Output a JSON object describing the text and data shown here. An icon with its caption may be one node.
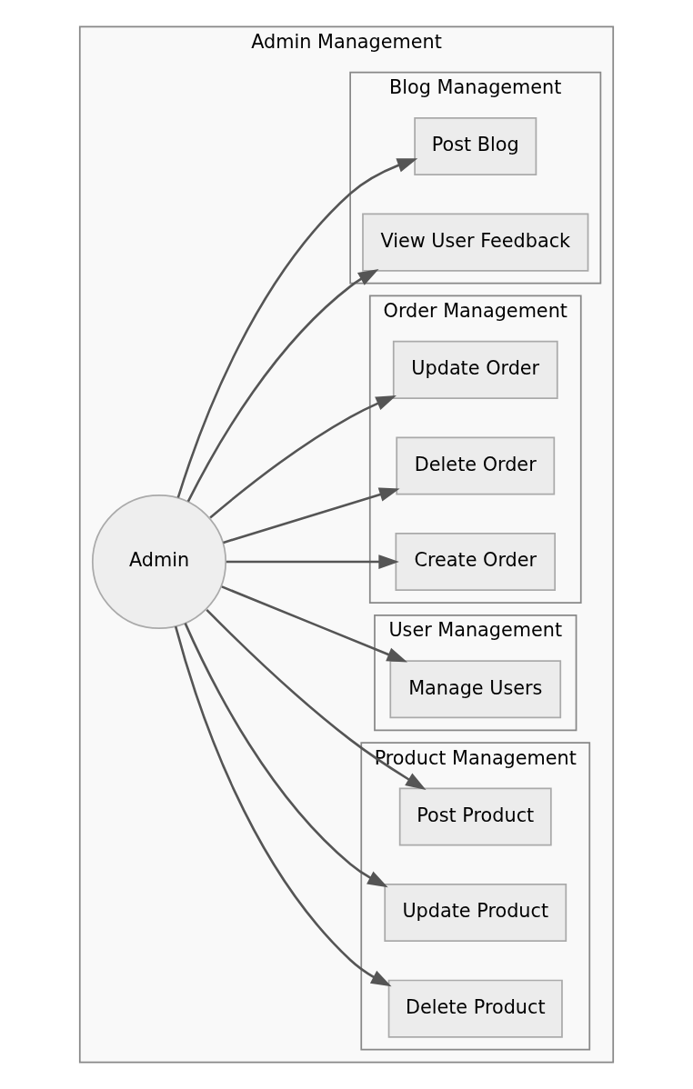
{
  "diagram": {
    "nodes": [
      {
        "text": [
          "Admin Management"
        ]
      },
      {
        "text": [
          "Admin"
        ],
        "in": 0
      },
      {
        "text": [
          "Product Management"
        ],
        "in": 0
      },
      {
        "text": [
          "Post Product"
        ],
        "in": 2
      },
      {
        "text": [
          "Update Product"
        ],
        "in": 2
      },
      {
        "text": [
          "Delete Product"
        ],
        "in": 2
      },
      {
        "text": [
          "User Management"
        ],
        "in": 0
      },
      {
        "text": [
          "Manage Users"
        ],
        "in": 6
      },
      {
        "text": [
          "Order Management"
        ],
        "in": 0
      },
      {
        "text": [
          "Update Order"
        ],
        "in": 8
      },
      {
        "text": [
          "Delete Order"
        ],
        "in": 8
      },
      {
        "text": [
          "Create Order"
        ],
        "in": 8
      },
      {
        "text": [
          "Blog Management"
        ],
        "in": 0
      },
      {
        "text": [
          "Post Blog"
        ],
        "in": 12
      },
      {
        "text": [
          "View User Feedback"
        ],
        "in": 12
      }
    ],
    "edges": [
      {
        "from": 1,
        "to": 3,
        "arrow": "to"
      },
      {
        "from": 1,
        "to": 4,
        "arrow": "to"
      },
      {
        "from": 1,
        "to": 5,
        "arrow": "to"
      },
      {
        "from": 1,
        "to": 7,
        "arrow": "to"
      },
      {
        "from": 1,
        "to": 9,
        "arrow": "to"
      },
      {
        "from": 1,
        "to": 10,
        "arrow": "to"
      },
      {
        "from": 1,
        "to": 11,
        "arrow": "to"
      },
      {
        "from": 1,
        "to": 13,
        "arrow": "to"
      },
      {
        "from": 1,
        "to": 14,
        "arrow": "to"
      }
    ]
  }
}
